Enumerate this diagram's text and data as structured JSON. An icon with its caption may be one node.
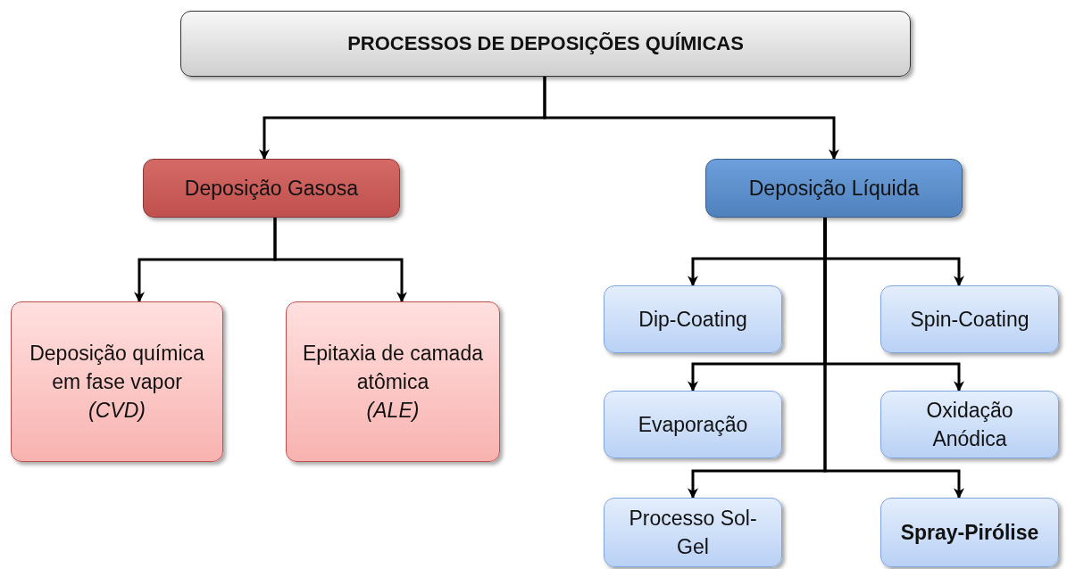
{
  "diagram": {
    "nodes": [
      {
        "text": [
          "PROCESSOS DE DEPOSIÇÕES QUÍMICAS"
        ]
      },
      {
        "text": [
          "Deposição Gasosa"
        ]
      },
      {
        "text": [
          "Deposição Líquida"
        ]
      },
      {
        "text": [
          "Deposição química em fase vapor *(CVD)*"
        ]
      },
      {
        "text": [
          "Epitaxia de camada atômica *(ALE)*"
        ]
      },
      {
        "text": [
          "Dip-Coating"
        ]
      },
      {
        "text": [
          "Spin-Coating"
        ]
      },
      {
        "text": [
          "Evaporação"
        ]
      },
      {
        "text": [
          "Oxidação Anódica"
        ]
      },
      {
        "text": [
          "Processo Sol-Gel"
        ]
      },
      {
        "text": [
          "**Spray-Pirólise**"
        ]
      }
    ],
    "edges": [
      {
        "from": 0,
        "to": 1,
        "arrow": "to"
      },
      {
        "from": 0,
        "to": 2,
        "arrow": "to"
      },
      {
        "from": 1,
        "to": 3,
        "arrow": "to"
      },
      {
        "from": 1,
        "to": 4,
        "arrow": "to"
      },
      {
        "from": 2,
        "to": 5,
        "arrow": "to"
      },
      {
        "from": 2,
        "to": 6,
        "arrow": "to"
      },
      {
        "from": 2,
        "to": 7,
        "arrow": "to"
      },
      {
        "from": 2,
        "to": 8,
        "arrow": "to"
      },
      {
        "from": 2,
        "to": 9,
        "arrow": "to"
      },
      {
        "from": 2,
        "to": 10,
        "arrow": "to"
      }
    ]
  }
}
